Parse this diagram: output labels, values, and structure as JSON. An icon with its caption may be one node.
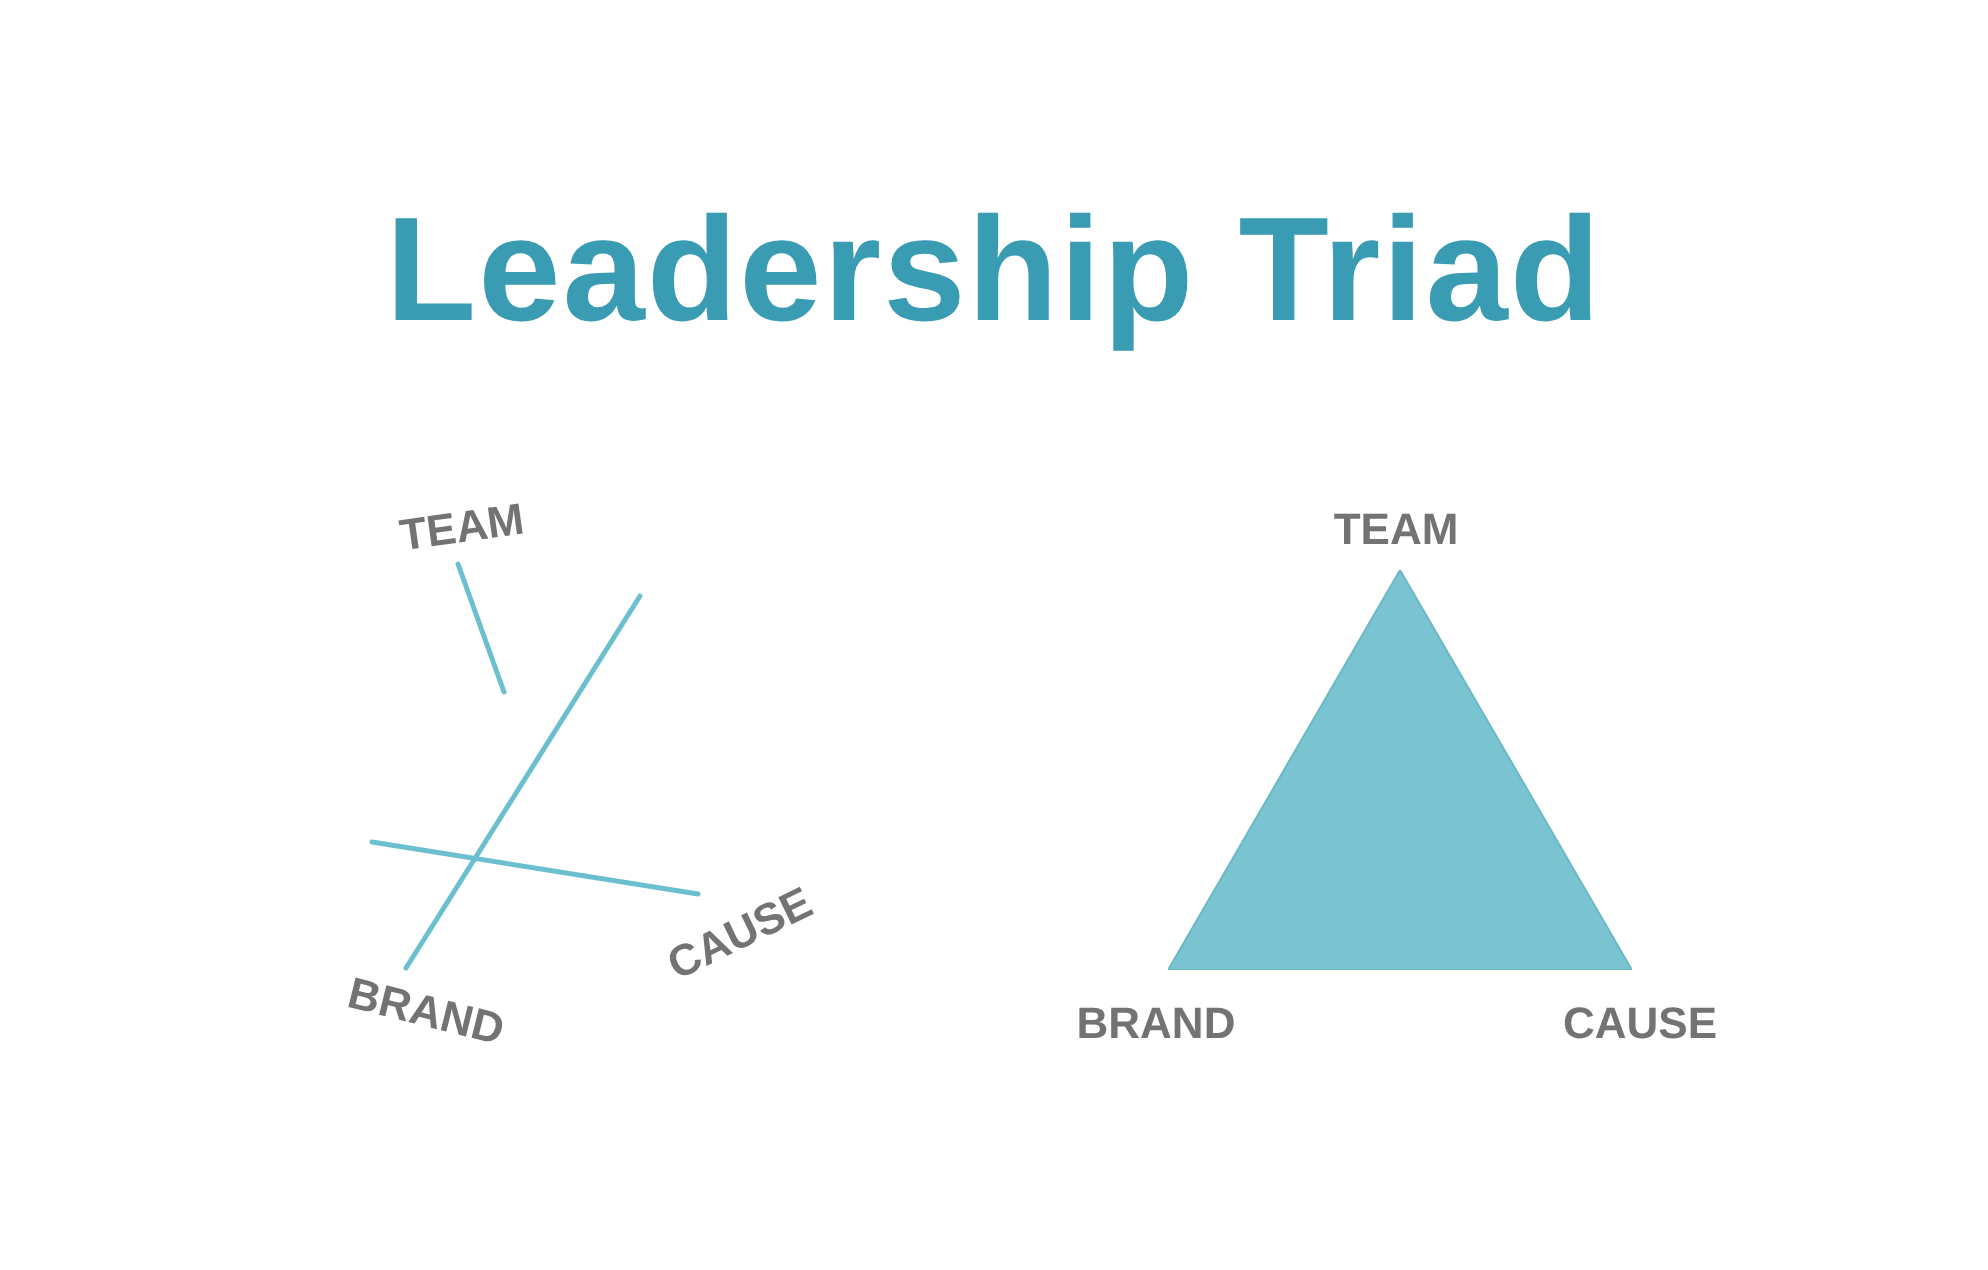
{
  "diagram": {
    "title": "Leadership Triad",
    "nodes": [
      {
        "text": [],
        "shape": "triangle",
        "beside": [
          "TEAM",
          "BRAND",
          "CAUSE"
        ]
      }
    ],
    "labels": [
      "TEAM",
      "CAUSE",
      "BRAND"
    ]
  }
}
